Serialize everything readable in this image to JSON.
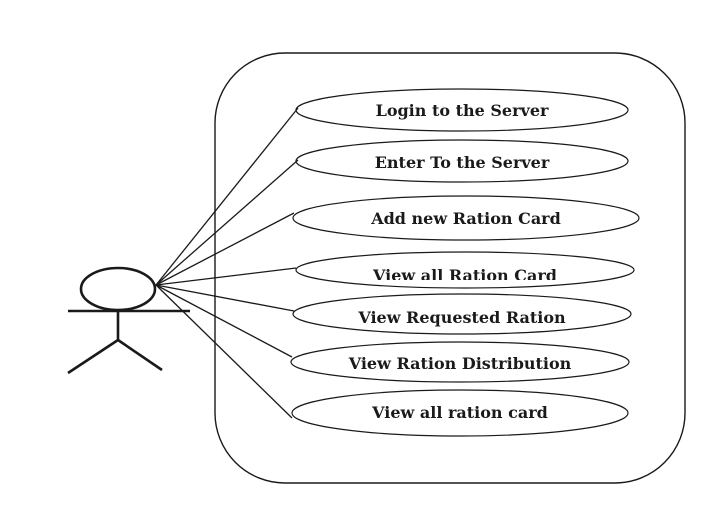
{
  "actor": {
    "icon": "stick-figure-icon"
  },
  "use_cases": [
    {
      "label": "Login to the Server"
    },
    {
      "label": "Enter To the Server"
    },
    {
      "label": "Add new Ration Card"
    },
    {
      "label": "View all Ration Card"
    },
    {
      "label": "View Requested Ration"
    },
    {
      "label": "View Ration Distribution"
    },
    {
      "label": "View all ration card"
    }
  ]
}
